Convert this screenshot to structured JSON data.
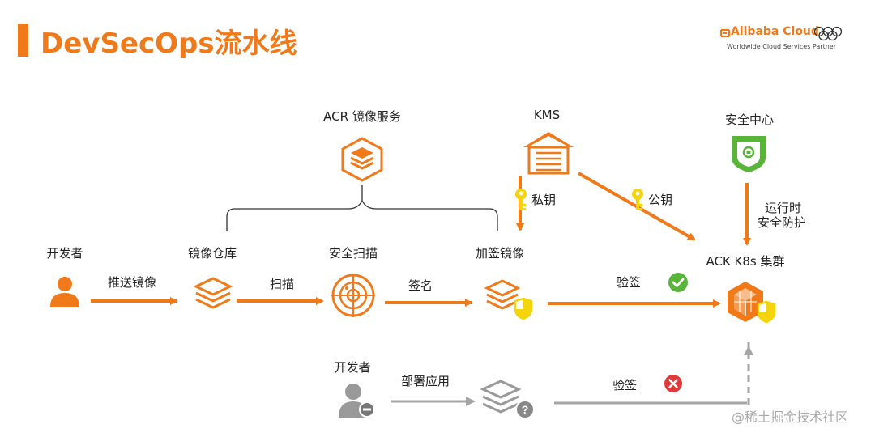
{
  "header": {
    "title": "DevSecOps流水线",
    "logo_brand": "Alibaba Cloud",
    "logo_sub": "Worldwide Cloud Services Partner"
  },
  "top_services": {
    "acr": "ACR 镜像服务",
    "kms": "KMS",
    "security_center": "安全中心"
  },
  "nodes": {
    "developer": "开发者",
    "image_repo": "镜像仓库",
    "security_scan": "安全扫描",
    "sign_image": "加签镜像",
    "ack_cluster": "ACK K8s 集群",
    "developer2": "开发者"
  },
  "edges": {
    "push_image": "推送镜像",
    "scan": "扫描",
    "sign": "签名",
    "verify_ok": "验签",
    "private_key": "私钥",
    "public_key": "公钥",
    "runtime_line1": "运行时",
    "runtime_line2": "安全防护",
    "deploy_app": "部署应用",
    "verify_fail": "验签"
  },
  "watermark": "@稀土掘金技术社区",
  "colors": {
    "accent": "#f07a1a",
    "green": "#59b53a",
    "gray": "#9a9a9a",
    "yellow": "#f4d40a",
    "red": "#e03a3a"
  }
}
